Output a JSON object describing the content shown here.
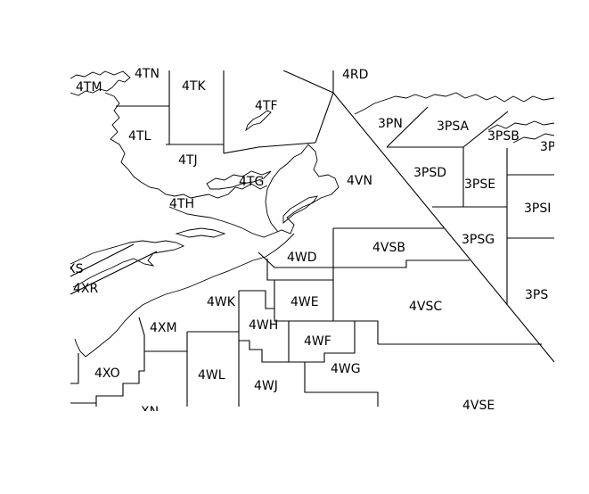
{
  "map": {
    "zones": [
      {
        "id": "4TN",
        "label": "4TN"
      },
      {
        "id": "4TM",
        "label": "4TM"
      },
      {
        "id": "4TK",
        "label": "4TK"
      },
      {
        "id": "4TF",
        "label": "4TF"
      },
      {
        "id": "4RD",
        "label": "4RD"
      },
      {
        "id": "3PN",
        "label": "3PN"
      },
      {
        "id": "3PSA",
        "label": "3PSA"
      },
      {
        "id": "3PSB",
        "label": "3PSB"
      },
      {
        "id": "3P_edge",
        "label": "3P"
      },
      {
        "id": "4TL",
        "label": "4TL"
      },
      {
        "id": "4TJ",
        "label": "4TJ"
      },
      {
        "id": "4TG",
        "label": "4TG"
      },
      {
        "id": "4VN",
        "label": "4VN"
      },
      {
        "id": "3PSD",
        "label": "3PSD"
      },
      {
        "id": "3PSE",
        "label": "3PSE"
      },
      {
        "id": "3PSF",
        "label": "3PSI"
      },
      {
        "id": "4TH",
        "label": "4TH"
      },
      {
        "id": "3PSG",
        "label": "3PSG"
      },
      {
        "id": "4VSB",
        "label": "4VSB"
      },
      {
        "id": "4XS",
        "label": "XS"
      },
      {
        "id": "4WD",
        "label": "4WD"
      },
      {
        "id": "4XR",
        "label": "4XR"
      },
      {
        "id": "3PS",
        "label": "3PS"
      },
      {
        "id": "4WK",
        "label": "4WK"
      },
      {
        "id": "4WE",
        "label": "4WE"
      },
      {
        "id": "4VSC",
        "label": "4VSC"
      },
      {
        "id": "4WH",
        "label": "4WH"
      },
      {
        "id": "4XM",
        "label": "4XM"
      },
      {
        "id": "4WF",
        "label": "4WF"
      },
      {
        "id": "4WG",
        "label": "4WG"
      },
      {
        "id": "4XO",
        "label": "4XO"
      },
      {
        "id": "4WL",
        "label": "4WL"
      },
      {
        "id": "4WJ",
        "label": "4WJ"
      },
      {
        "id": "4VSE",
        "label": "4VSE"
      },
      {
        "id": "4XN",
        "label": "XN"
      }
    ]
  }
}
